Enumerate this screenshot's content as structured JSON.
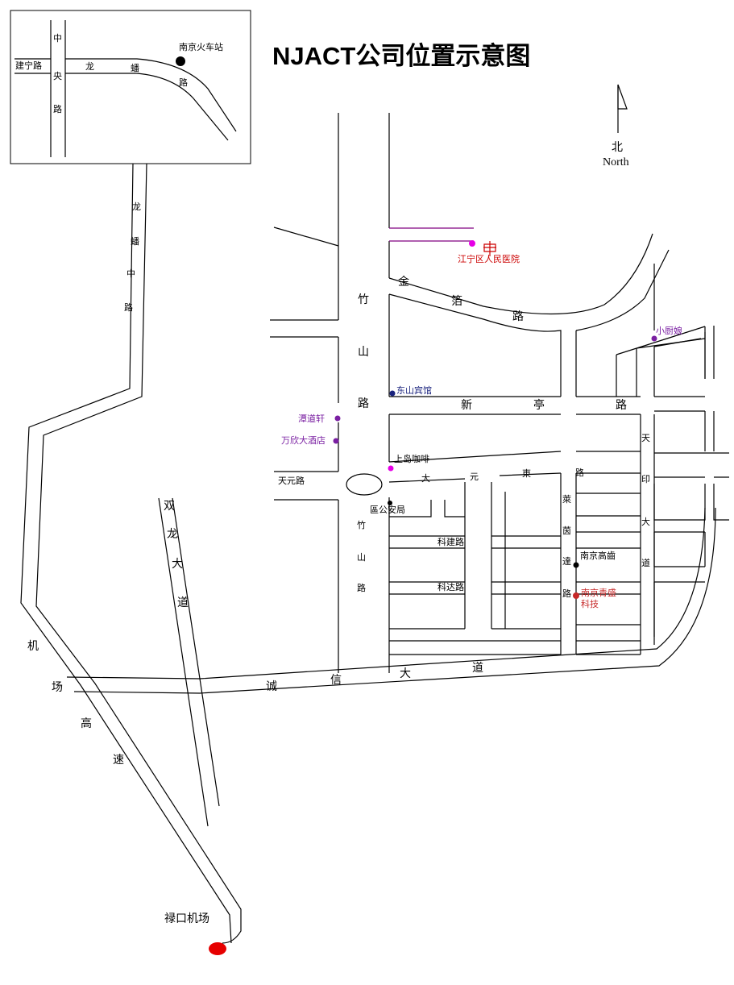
{
  "title": "NJACT公司位置示意图",
  "compass": {
    "zh": "北",
    "en": "North"
  },
  "inset": {
    "labels": {
      "zhongyang_1": "中",
      "zhongyang_2": "央",
      "zhongyang_3": "路",
      "jianning": "建宁路",
      "longpan_1": "龙",
      "longpan_2": "蟠",
      "longpan_3": "路",
      "station": "南京火车站"
    }
  },
  "roads": {
    "longpan_zhong": [
      "龙",
      "蟠",
      "中",
      "路"
    ],
    "zhushan_north": [
      "竹",
      "山",
      "路"
    ],
    "zhushan_south": [
      "竹",
      "山",
      "路"
    ],
    "jinzhe": [
      "金",
      "箔",
      "路"
    ],
    "xinting": [
      "新",
      "亭",
      "路"
    ],
    "tianyuan_west": "天元路",
    "tianyuan_east": [
      "大",
      "元",
      "東",
      "路"
    ],
    "tianyin": [
      "天",
      "印",
      "大",
      "道"
    ],
    "laiyinda": [
      "萊",
      "茵",
      "達",
      "路"
    ],
    "shuanglong": [
      "双",
      "龙",
      "大",
      "道"
    ],
    "jichang": [
      "机",
      "场",
      "高",
      "速"
    ],
    "chengxin": [
      "诚",
      "信",
      "大",
      "道"
    ],
    "kejian": "科建路",
    "keda": "科达路"
  },
  "pois": {
    "hospital": "江宁区人民医院",
    "dongshan": "东山宾馆",
    "tandaoxuan": "潭道轩",
    "wanxin": "万欣大酒店",
    "shangdao": "上岛咖啡",
    "gonganju": "區公安局",
    "xiaochuniang": "小厨娘",
    "gaoxin": "南京高齒",
    "qingsheng_1": "南京青盛",
    "qingsheng_2": "科技",
    "airport": "禄口机场"
  },
  "colors": {
    "road": "#000000",
    "hospital": "#cc0000",
    "hospital_road": "#800080",
    "poi_purple": "#7a1fa2",
    "poi_magenta": "#e600e6",
    "poi_navy": "#1a237e",
    "company": "#c62828",
    "airport_marker": "#e60000"
  }
}
